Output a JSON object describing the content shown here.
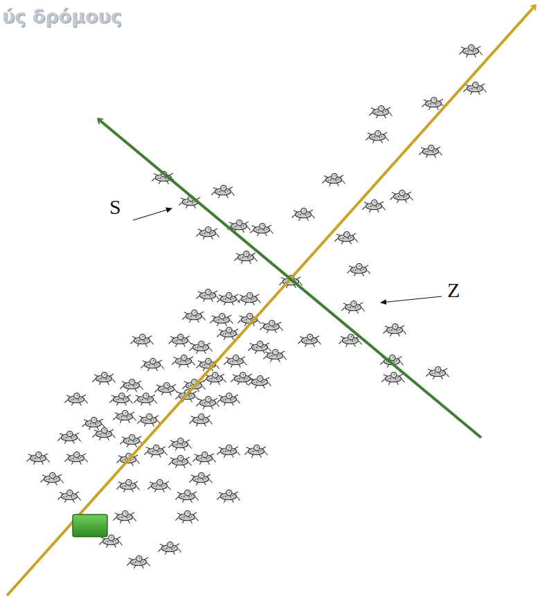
{
  "diagram": {
    "title": "ύς δρόμους",
    "labels": [
      "S",
      "Z"
    ]
  }
}
